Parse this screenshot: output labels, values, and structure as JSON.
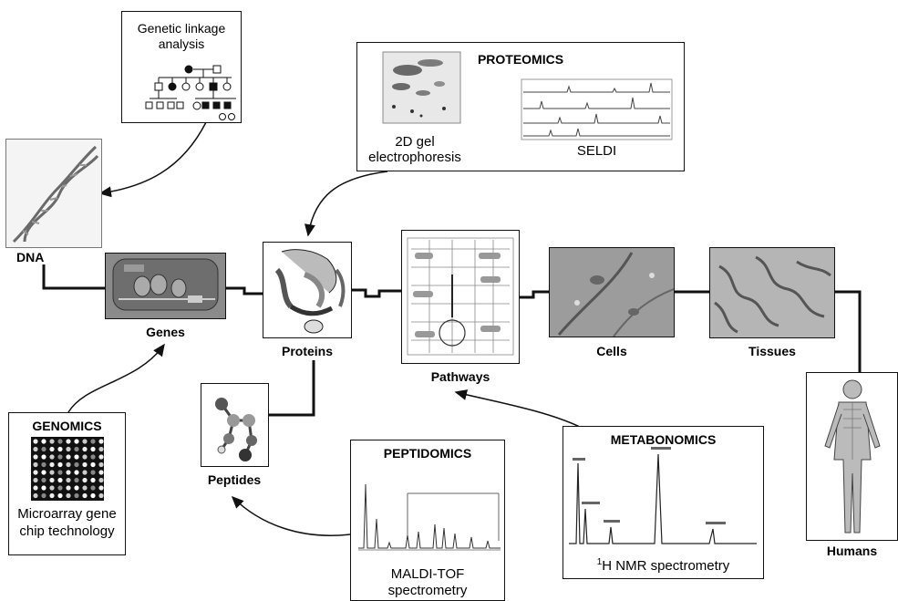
{
  "nodes": {
    "dna": "DNA",
    "genes": "Genes",
    "proteins": "Proteins",
    "pathways": "Pathways",
    "cells": "Cells",
    "tissues": "Tissues",
    "humans": "Humans",
    "peptides": "Peptides"
  },
  "linkage": {
    "line1": "Genetic linkage",
    "line2": "analysis"
  },
  "proteomics": {
    "title": "PROTEOMICS",
    "gel_line1": "2D gel",
    "gel_line2": "electrophoresis",
    "seldi": "SELDI"
  },
  "genomics": {
    "title": "GENOMICS",
    "line1": "Microarray gene",
    "line2": "chip technology"
  },
  "peptidomics": {
    "title": "PEPTIDOMICS",
    "line1": "MALDI-TOF",
    "line2": "spectrometry"
  },
  "metabonomics": {
    "title": "METABONOMICS",
    "nmr_sup": "1",
    "nmr_text": "H NMR spectrometry"
  },
  "colors": {
    "line": "#111111",
    "panel_dark": "#555555",
    "panel_mid": "#9a9a9a"
  }
}
